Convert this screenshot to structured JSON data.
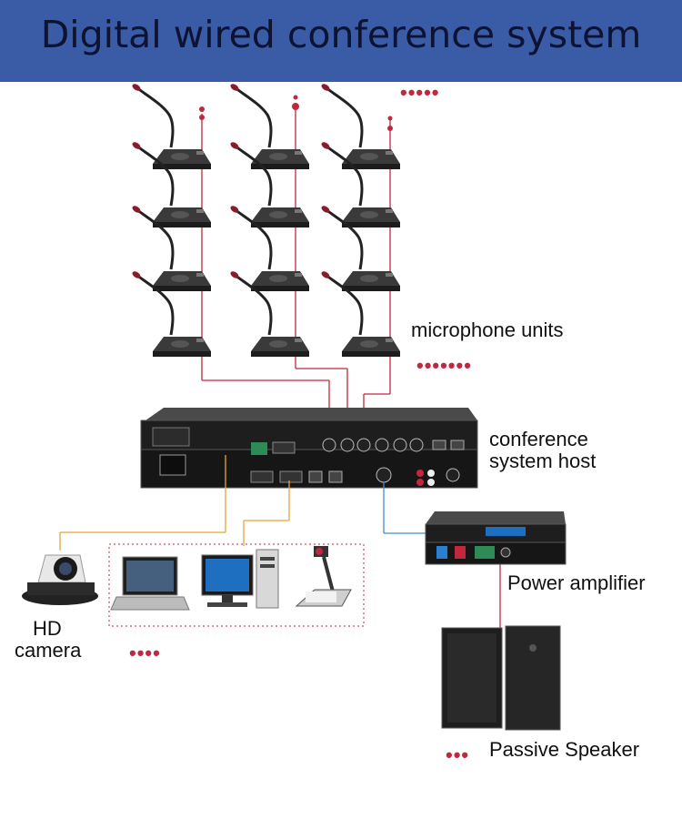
{
  "title": "Digital wired conference system",
  "labels": {
    "microphone_units": "microphone units",
    "conference_host_line1": "conference",
    "conference_host_line2": "system host",
    "power_amplifier": "Power amplifier",
    "hd_camera_line1": "HD",
    "hd_camera_line2": "camera",
    "passive_speaker": "Passive Speaker"
  },
  "ellipsis": {
    "top": "•••••",
    "mics": "•••••••",
    "devices": "••••",
    "speaker": "•••"
  },
  "colors": {
    "banner": "#3a5ba6",
    "mic_cable": "#c0283f",
    "video_cable": "#e8a53a",
    "audio_cable": "#3b8fd0"
  }
}
